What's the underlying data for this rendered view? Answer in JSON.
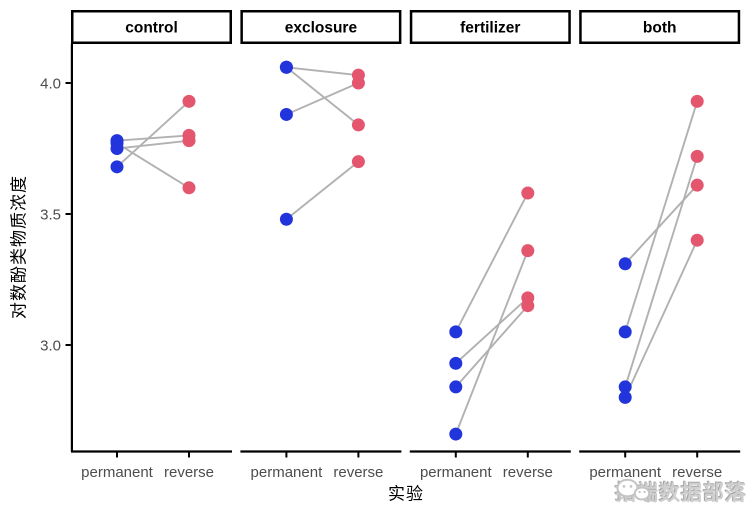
{
  "chart_data": {
    "type": "scatter",
    "title": "",
    "xlabel": "实验",
    "ylabel": "对数酚类物质浓度",
    "categories": [
      "permanent",
      "reverse"
    ],
    "yticks": [
      {
        "value": 3.0,
        "label": "3.0"
      },
      {
        "value": 3.5,
        "label": "3.5"
      },
      {
        "value": 4.0,
        "label": "4.0"
      }
    ],
    "ylim": [
      2.59,
      4.16
    ],
    "grid": false,
    "legend_position": "none",
    "colors": {
      "permanent_point": "#2234db",
      "reverse_point": "#e4566e",
      "pair_line": "#b1b1b1",
      "axis": "#000000",
      "tick_label": "#4d4d4d",
      "facet_strip_bg": "#ffffff",
      "facet_strip_border": "#000000"
    },
    "panels": [
      {
        "label": "control",
        "pairs": [
          [
            3.78,
            3.8
          ],
          [
            3.75,
            3.78
          ],
          [
            3.77,
            3.6
          ],
          [
            3.68,
            3.93
          ]
        ]
      },
      {
        "label": "exclosure",
        "pairs": [
          [
            4.06,
            4.03
          ],
          [
            4.06,
            3.84
          ],
          [
            3.88,
            4.0
          ],
          [
            3.48,
            3.7
          ]
        ]
      },
      {
        "label": "fertilizer",
        "pairs": [
          [
            3.05,
            3.58
          ],
          [
            2.93,
            3.18
          ],
          [
            2.84,
            3.15
          ],
          [
            2.66,
            3.36
          ]
        ]
      },
      {
        "label": "both",
        "pairs": [
          [
            3.31,
            3.61
          ],
          [
            3.05,
            3.93
          ],
          [
            2.84,
            3.72
          ],
          [
            2.8,
            3.4
          ]
        ]
      }
    ]
  },
  "watermark": {
    "text": "拓端数据部落"
  }
}
